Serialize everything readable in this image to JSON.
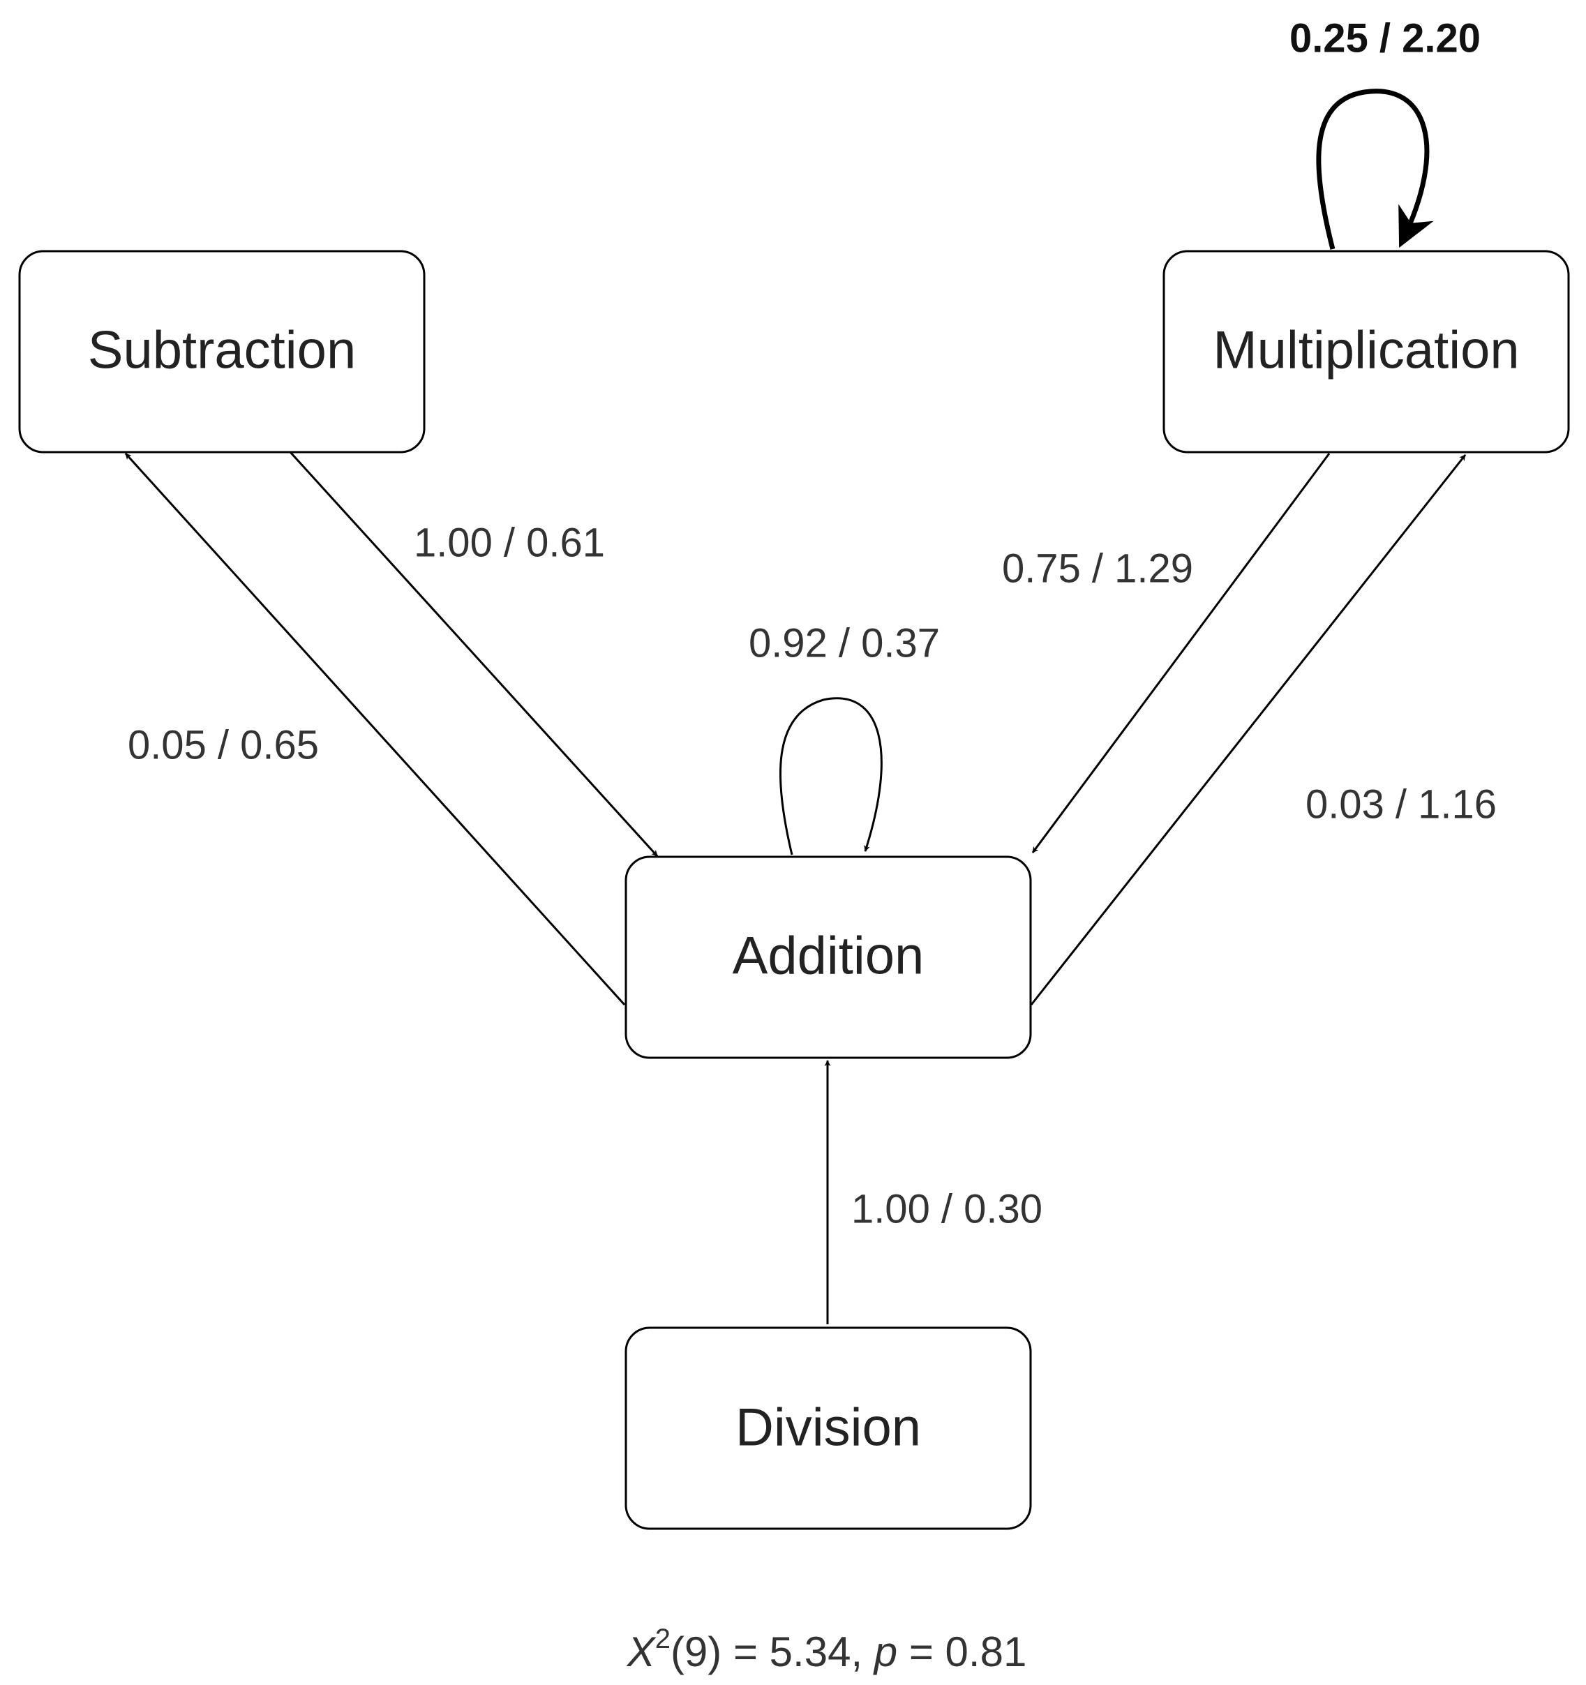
{
  "nodes": {
    "subtraction": "Subtraction",
    "multiplication": "Multiplication",
    "addition": "Addition",
    "division": "Division"
  },
  "edges": {
    "subtraction_to_addition": "1.00 / 0.61",
    "addition_to_subtraction": "0.05 / 0.65",
    "addition_self": "0.92 / 0.37",
    "multiplication_to_addition": "0.75 / 1.29",
    "addition_to_multiplication": "0.03 / 1.16",
    "multiplication_self": "0.25 / 2.20",
    "division_to_addition": "1.00 / 0.30"
  },
  "fit_statistic": {
    "symbol": "X",
    "superscript": "2",
    "df": "(9)",
    "value_text": " = 5.34, ",
    "p_symbol": "p",
    "p_text": " = 0.81"
  }
}
